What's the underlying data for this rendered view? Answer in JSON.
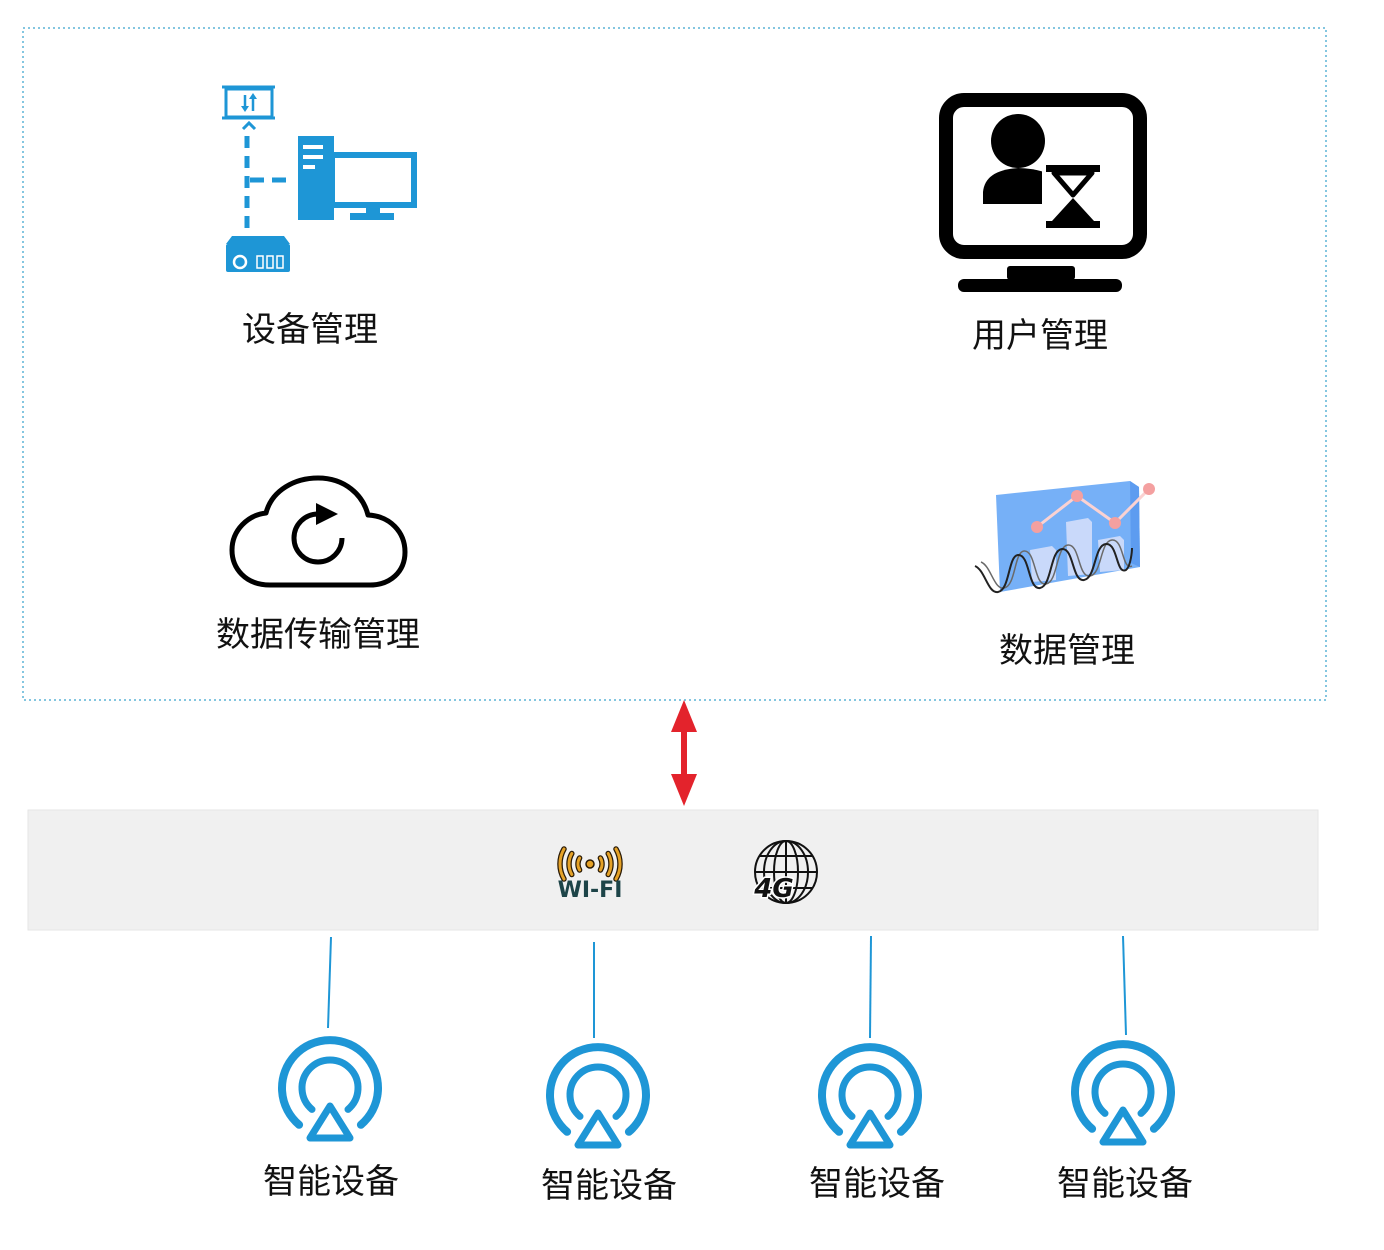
{
  "diagram": {
    "platform_modules": [
      {
        "label": "设备管理",
        "icon": "device-management-icon"
      },
      {
        "label": "用户管理",
        "icon": "user-management-icon"
      },
      {
        "label": "数据传输管理",
        "icon": "cloud-sync-icon"
      },
      {
        "label": "数据管理",
        "icon": "data-chart-icon"
      }
    ],
    "network": {
      "wifi_label": "WI-FI",
      "cellular_label": "4G"
    },
    "devices": [
      {
        "label": "智能设备",
        "icon": "smart-device-icon"
      },
      {
        "label": "智能设备",
        "icon": "smart-device-icon"
      },
      {
        "label": "智能设备",
        "icon": "smart-device-icon"
      },
      {
        "label": "智能设备",
        "icon": "smart-device-icon"
      }
    ]
  },
  "colors": {
    "accent": "#1e96d6",
    "arrow": "#e3232c",
    "band": "#f0f0f0",
    "platform_border": "#5bb4d6",
    "text": "#111111"
  }
}
